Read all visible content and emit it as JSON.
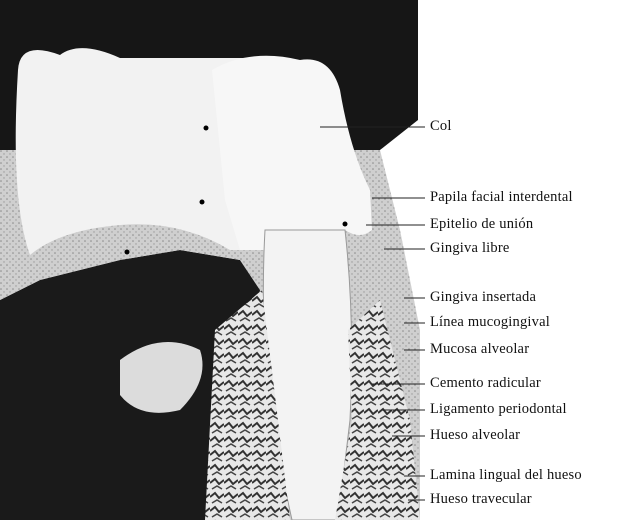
{
  "labels": [
    "Col",
    "Papila facial interdental",
    "Epitelio de unión",
    "Gingiva libre",
    "Gingiva insertada",
    "Línea mucogingival",
    "Mucosa alveolar",
    "Cemento radicular",
    "Ligamento periodontal",
    "Hueso alveolar",
    "Lamina lingual del hueso",
    "Hueso travecular"
  ],
  "colors": {
    "background": "#ffffff",
    "tissue_dark": "#161616",
    "tooth": "#f4f4f4",
    "text": "#111111"
  }
}
